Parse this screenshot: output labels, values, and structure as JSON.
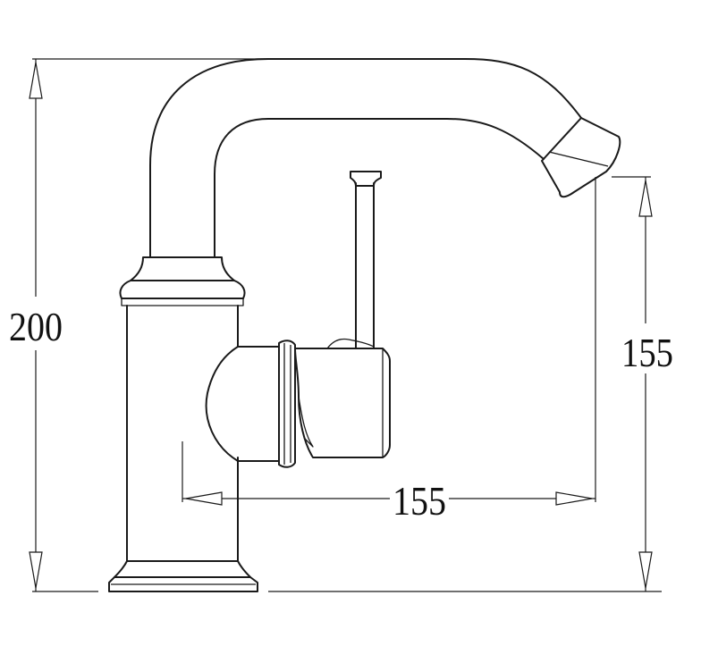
{
  "dimensions": {
    "total_height": "200",
    "spout_height": "155",
    "spout_reach": "155"
  },
  "colors": {
    "line": "#1a1a1a",
    "background": "#ffffff"
  }
}
